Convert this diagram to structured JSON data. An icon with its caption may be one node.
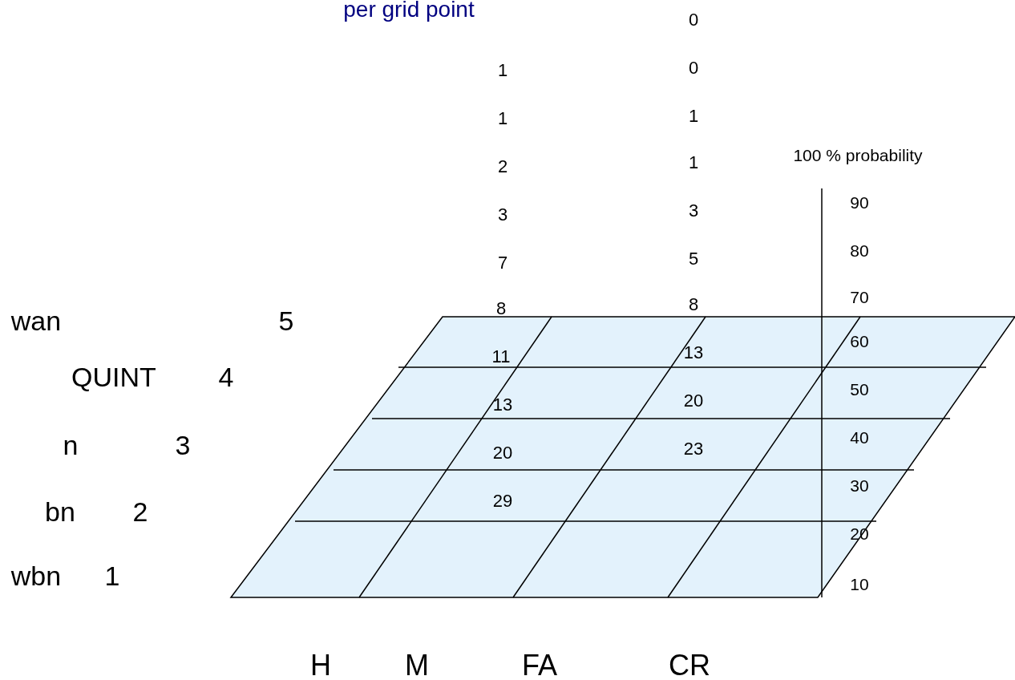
{
  "diagram": {
    "labels": [
      "per grid point",
      "0",
      "1",
      "0",
      "1",
      "1",
      "100 % probability",
      "2",
      "1",
      "90",
      "3",
      "3",
      "80",
      "7",
      "5",
      "70",
      "wan",
      "5",
      "8",
      "8",
      "11",
      "13",
      "60",
      "QUINT",
      "4",
      "50",
      "13",
      "20",
      "n",
      "3",
      "20",
      "23",
      "40",
      "30",
      "29",
      "bn",
      "2",
      "20",
      "wbn",
      "1",
      "10",
      "H",
      "M",
      "FA",
      "CR"
    ]
  }
}
